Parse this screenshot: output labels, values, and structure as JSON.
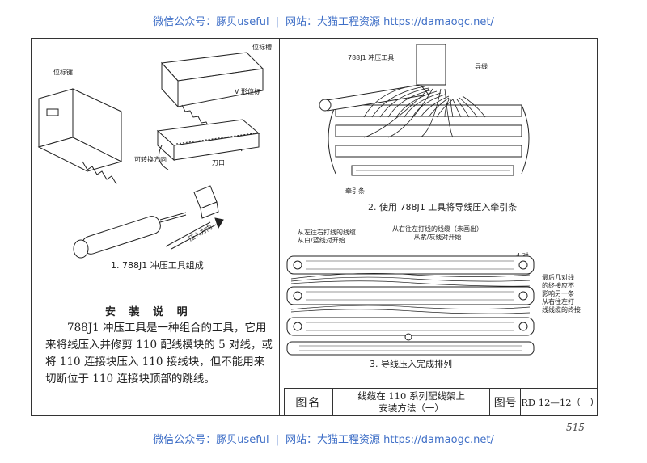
{
  "watermark": {
    "wechat": "微信公众号：豚贝useful",
    "separator": "|",
    "site": "网站：大猫工程资源 https://damaogc.net/"
  },
  "figure1": {
    "caption": "1. 788J1 冲压工具组成",
    "labels": {
      "position_slot": "位标槽",
      "position_key": "位标键",
      "v_mark": "V 形位标",
      "rotatable": "可转换方向",
      "blade": "刀口",
      "press_direction": "压入方向"
    }
  },
  "figure2": {
    "caption": "2. 使用 788J1 工具将导线压入牵引条",
    "labels": {
      "tool": "788J1 冲压工具",
      "wire": "导线",
      "strip": "牵引条"
    }
  },
  "figure3": {
    "caption": "3. 导线压入完成排列",
    "labels": {
      "left_note": "从左往右打线的线缆\n从白/蓝线对开始",
      "right_note": "从右往左打线的线缆（未画出）\n从紫/灰线对开始",
      "pairs": "4 对",
      "side_note": "最后几对线\n的终接应不\n影响另一条\n从右往左打\n线线缆的终接"
    }
  },
  "instructions": {
    "title": "安 装 说 明",
    "text": "788J1 冲压工具是一种组合的工具，它用来将线压入并修剪 110 配线模块的 5 对线，或将 110 连接块压入 110 接线块，但不能用来切断位于 110 连接块顶部的跳线。"
  },
  "title_block": {
    "name_label": "图名",
    "name_value_line1": "线缆在 110 系列配线架上",
    "name_value_line2": "安装方法（一）",
    "number_label": "图号",
    "number_value": "RD 12—12（一）"
  },
  "page_number": "515"
}
